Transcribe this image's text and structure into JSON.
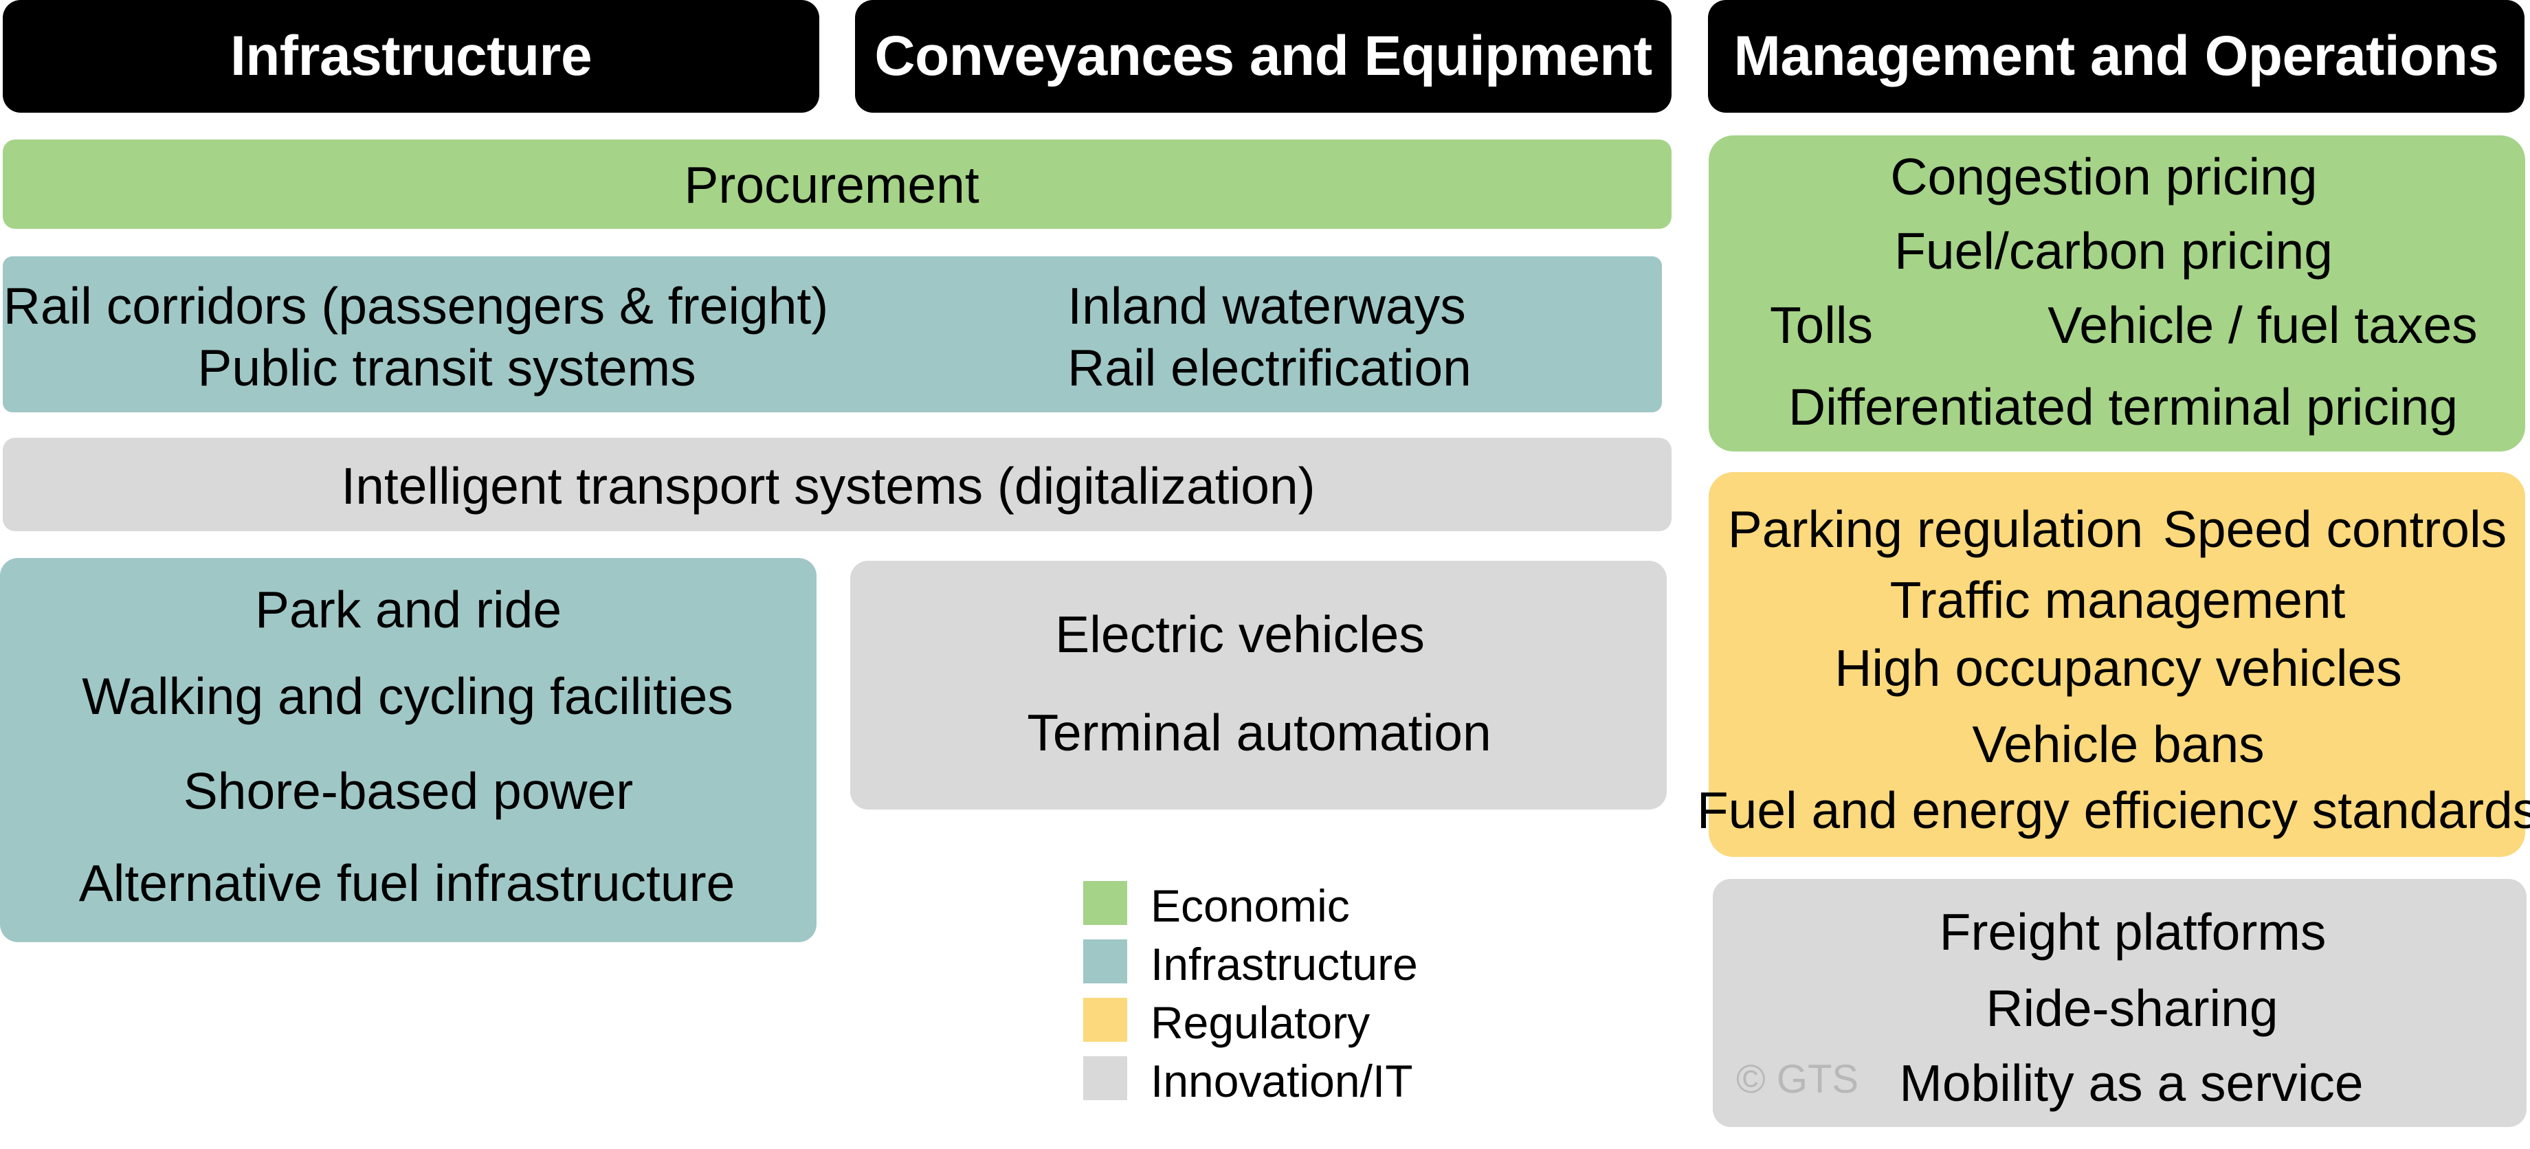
{
  "colors": {
    "header": "#000000",
    "economic": "#a5d388",
    "infrastructure": "#9fc7c6",
    "regulatory": "#fbd97c",
    "innovation": "#d9d9d9"
  },
  "headers": {
    "infrastructure": "Infrastructure",
    "conveyances": "Conveyances and Equipment",
    "management": "Management and Operations"
  },
  "procurement": "Procurement",
  "rail_box": {
    "rail_corridors": "Rail corridors (passengers & freight)",
    "public_transit": "Public transit systems",
    "inland_waterways": "Inland waterways",
    "rail_electrification": "Rail electrification"
  },
  "its": "Intelligent transport systems (digitalization)",
  "infra_box": {
    "items": [
      "Park and ride",
      "Walking and cycling facilities",
      "Shore-based power",
      "Alternative fuel infrastructure"
    ]
  },
  "equipment_box": {
    "items": [
      "Electric vehicles",
      "Terminal automation"
    ]
  },
  "economic_box": {
    "congestion_pricing": "Congestion pricing",
    "fuel_carbon_pricing": "Fuel/carbon pricing",
    "tolls": "Tolls",
    "vehicle_fuel_taxes": "Vehicle / fuel taxes",
    "terminal_pricing": "Differentiated terminal pricing"
  },
  "regulatory_box": {
    "parking_regulation": "Parking regulation",
    "speed_controls": "Speed controls",
    "traffic_management": "Traffic management",
    "high_occupancy": "High occupancy vehicles",
    "vehicle_bans": "Vehicle bans",
    "efficiency_standards": "Fuel and energy efficiency standards"
  },
  "innovation_box": {
    "freight_platforms": "Freight platforms",
    "ride_sharing": "Ride-sharing",
    "mobility_service": "Mobility as a service",
    "copyright": "© GTS"
  },
  "legend": [
    {
      "label": "Economic",
      "color": "#a5d388"
    },
    {
      "label": "Infrastructure",
      "color": "#9fc7c6"
    },
    {
      "label": "Regulatory",
      "color": "#fbd97c"
    },
    {
      "label": "Innovation/IT",
      "color": "#d9d9d9"
    }
  ]
}
